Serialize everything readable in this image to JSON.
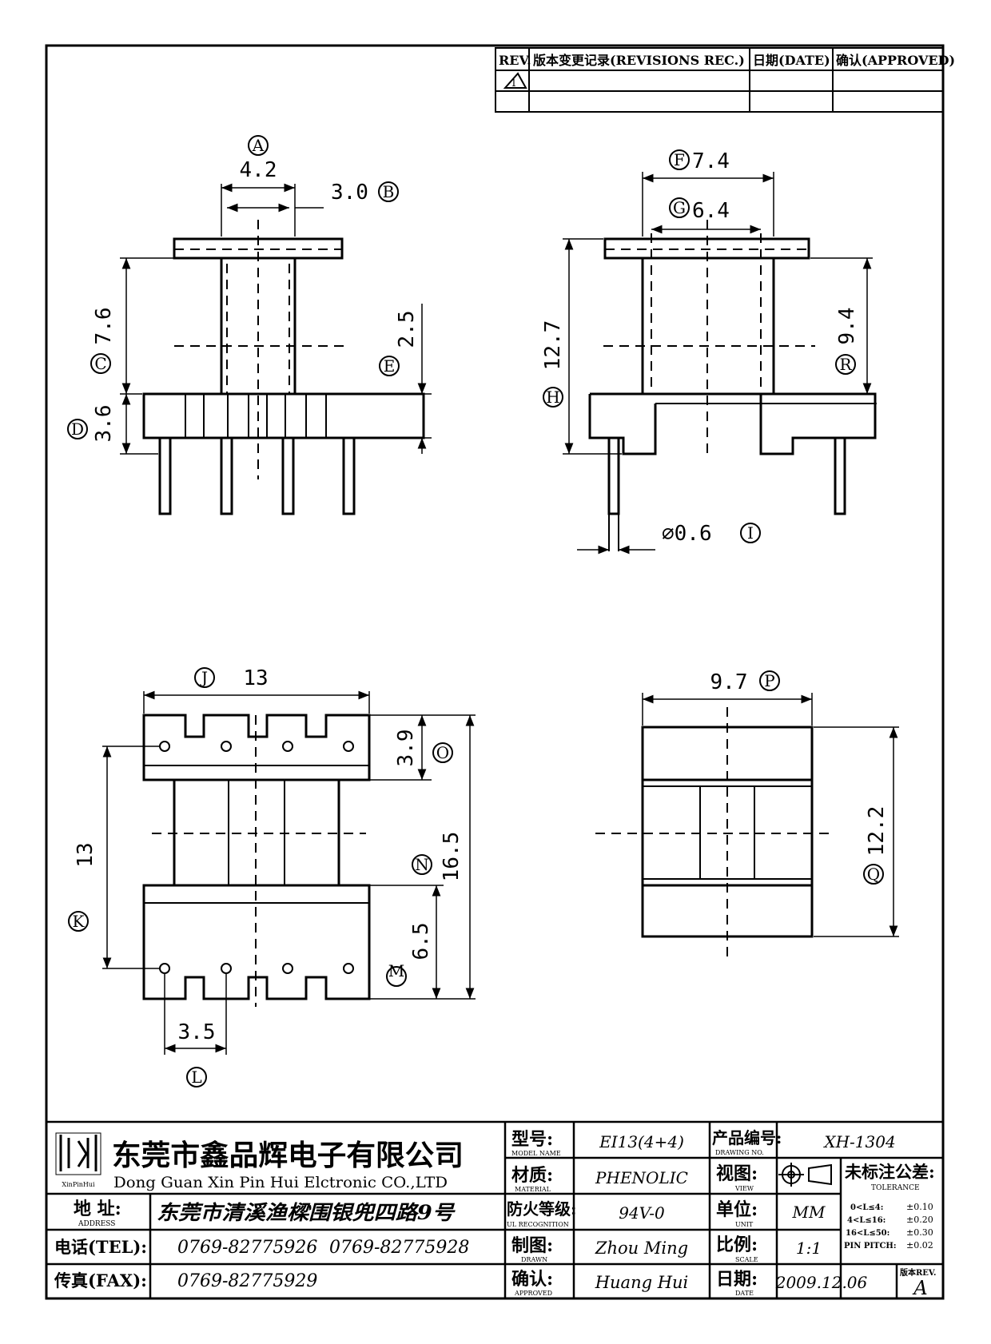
{
  "revision_table": {
    "headers": [
      "REV.",
      "版本变更记录(REVISIONS REC.)",
      "日期(DATE)",
      "确认(APPROVED)"
    ],
    "row1_rev": "1"
  },
  "dimensions": {
    "A": {
      "letter": "A",
      "value": "4.2"
    },
    "B": {
      "letter": "B",
      "value": "3.0"
    },
    "C": {
      "letter": "C",
      "value": "7.6"
    },
    "D": {
      "letter": "D",
      "value": "3.6"
    },
    "E": {
      "letter": "E",
      "value": "2.5"
    },
    "F": {
      "letter": "F",
      "value": "7.4"
    },
    "G": {
      "letter": "G",
      "value": "6.4"
    },
    "H": {
      "letter": "H",
      "value": "12.7"
    },
    "R": {
      "letter": "R",
      "value": "9.4"
    },
    "I": {
      "letter": "I",
      "value": "⌀0.6"
    },
    "J": {
      "letter": "J",
      "value": "13"
    },
    "K": {
      "letter": "K",
      "value": "13"
    },
    "L": {
      "letter": "L",
      "value": "3.5"
    },
    "M": {
      "letter": "M",
      "value": "6.5"
    },
    "N": {
      "letter": "N",
      "value": "16.5"
    },
    "O": {
      "letter": "O",
      "value": "3.9"
    },
    "P": {
      "letter": "P",
      "value": "9.7"
    },
    "Q": {
      "letter": "Q",
      "value": "12.2"
    }
  },
  "title_block": {
    "logo_text": "XinPinHui",
    "company_cn": "东莞市鑫品辉电子有限公司",
    "company_en": "Dong Guan Xin Pin Hui Elctronic CO.,LTD",
    "address_label": "地 址:",
    "address_label_en": "ADDRESS",
    "address": "东莞市清溪渔樑围银兜四路9号",
    "tel_label": "电话(TEL):",
    "tel1": "0769-82775926",
    "tel2": "0769-82775928",
    "fax_label": "传真(FAX):",
    "fax": "0769-82775929",
    "model_label": "型号:",
    "model_label_en": "MODEL NAME",
    "model": "EI13(4+4)",
    "material_label": "材质:",
    "material_label_en": "MATERIAL",
    "material": "PHENOLIC",
    "flame_label": "防火等级:",
    "flame_label_en": "UL RECOGNITION",
    "flame": "94V-0",
    "drawn_label": "制图:",
    "drawn_label_en": "DRAWN",
    "drawn": "Zhou Ming",
    "approved_label": "确认:",
    "approved_label_en": "APPROVED",
    "approved": "Huang Hui",
    "drawing_no_label": "产品编号:",
    "drawing_no_label_en": "DRAWING NO.",
    "drawing_no": "XH-1304",
    "view_label": "视图:",
    "view_label_en": "VIEW",
    "unit_label": "单位:",
    "unit_label_en": "UNIT",
    "unit": "MM",
    "scale_label": "比例:",
    "scale_label_en": "SCALE",
    "scale": "1:1",
    "date_label": "日期:",
    "date_label_en": "DATE",
    "date": "2009.12.06",
    "tolerance_title": "未标注公差:",
    "tolerance_title_en": "TOLERANCE",
    "tolerances": [
      {
        "range": "0<L≤4:",
        "value": "±0.10"
      },
      {
        "range": "4<L≤16:",
        "value": "±0.20"
      },
      {
        "range": "16<L≤50:",
        "value": "±0.30"
      },
      {
        "range": "PIN PITCH:",
        "value": "±0.02"
      }
    ],
    "rev_label": "版本REV.",
    "rev": "A"
  }
}
